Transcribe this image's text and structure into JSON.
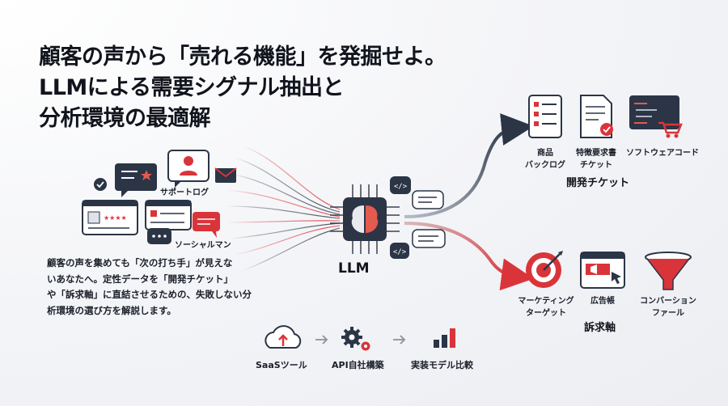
{
  "title_lines": [
    "顧客の声から「売れる機能」を発掘せよ。",
    "LLMによる需要シグナル抽出と",
    "分析環境の最適解"
  ],
  "description_lines": [
    "顧客の声を集めても「次の打ち手」が見えな",
    "いあなたへ。定性データを「開発チケット」",
    "や「訴求軸」に直結させるための、失敗しない分",
    "析環境の選び方を解説します。"
  ],
  "sources": {
    "support_log": "サポートログ",
    "social_listening": "ソーシャルマン"
  },
  "center": {
    "label": "LLM"
  },
  "dev": {
    "group": "開発チケット",
    "items": [
      {
        "label_lines": [
          "商品",
          "バックログ"
        ],
        "icon": "document-list-icon"
      },
      {
        "label_lines": [
          "特徴要求書",
          "チケット"
        ],
        "icon": "ticket-check-icon"
      },
      {
        "label_lines": [
          "ソフトウェアコード"
        ],
        "icon": "code-cart-icon"
      }
    ]
  },
  "appeal": {
    "group": "訴求軸",
    "items": [
      {
        "label_lines": [
          "マーケティング",
          "ターゲット"
        ],
        "icon": "target-icon"
      },
      {
        "label_lines": [
          "広告帳"
        ],
        "icon": "ad-banner-icon"
      },
      {
        "label_lines": [
          "コンバーション",
          "ファール"
        ],
        "icon": "funnel-icon"
      }
    ]
  },
  "tools": [
    {
      "label": "SaaSツール",
      "icon": "cloud-upload-icon"
    },
    {
      "label": "API自社構築",
      "icon": "gears-icon"
    },
    {
      "label": "実装モデル比較",
      "icon": "bar-chart-icon"
    }
  ],
  "colors": {
    "navy": "#2b3546",
    "red": "#d9343a",
    "text": "#11141c"
  }
}
